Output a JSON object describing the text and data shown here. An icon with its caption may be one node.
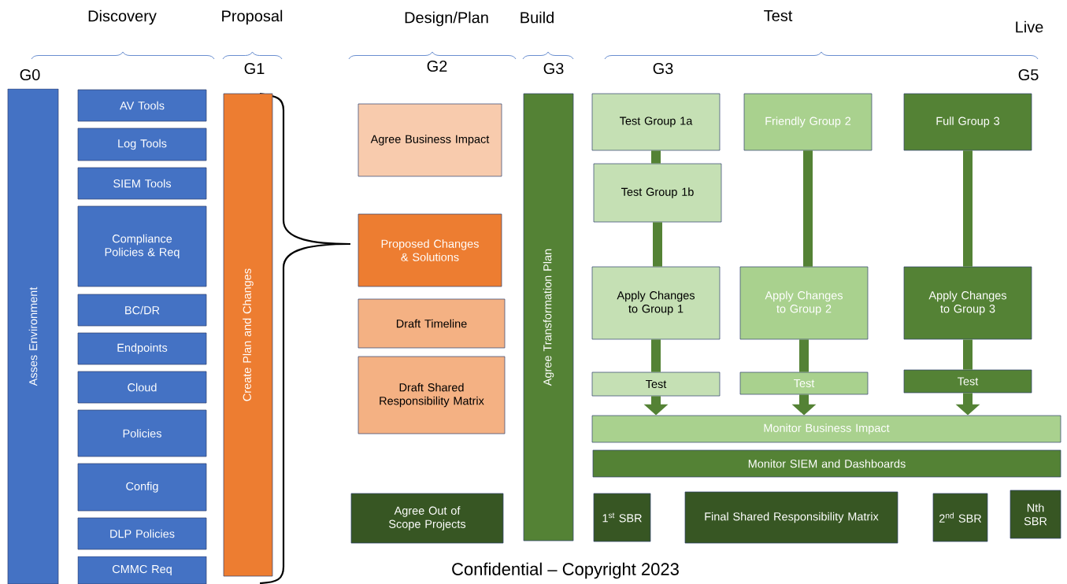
{
  "diagram": {
    "nodes": [
      {
        "text": [
          "Asses Environment"
        ]
      },
      {
        "text": [
          "AV Tools"
        ]
      },
      {
        "text": [
          "Log Tools"
        ]
      },
      {
        "text": [
          "SIEM Tools"
        ]
      },
      {
        "text": [
          "Compliance Policies & Req"
        ]
      },
      {
        "text": [
          "BC/DR"
        ]
      },
      {
        "text": [
          "Endpoints"
        ]
      },
      {
        "text": [
          "Cloud"
        ]
      },
      {
        "text": [
          "Policies"
        ]
      },
      {
        "text": [
          "Config"
        ]
      },
      {
        "text": [
          "DLP Policies"
        ]
      },
      {
        "text": [
          "CMMC Req"
        ]
      },
      {
        "text": [
          "Create Plan and Changes"
        ]
      },
      {
        "text": [
          "Agree Business Impact"
        ]
      },
      {
        "text": [
          "Proposed Changes & Solutions"
        ]
      },
      {
        "text": [
          "Draft Timeline"
        ]
      },
      {
        "text": [
          "Draft Shared Responsibility Matrix"
        ]
      },
      {
        "text": [
          "Agree Out of Scope Projects"
        ]
      },
      {
        "text": [
          "Agree Transformation Plan"
        ]
      },
      {
        "text": [
          "Test Group 1a"
        ]
      },
      {
        "text": [
          "Test Group 1b"
        ]
      },
      {
        "text": [
          "Apply Changes to Group 1"
        ]
      },
      {
        "text": [
          "Test"
        ]
      },
      {
        "text": [
          "Friendly Group 2"
        ]
      },
      {
        "text": [
          "Apply Changes to Group 2"
        ]
      },
      {
        "text": [
          "Test"
        ]
      },
      {
        "text": [
          "Full Group 3"
        ]
      },
      {
        "text": [
          "Apply Changes to Group 3"
        ]
      },
      {
        "text": [
          "Test"
        ]
      },
      {
        "text": [
          "Monitor Business Impact"
        ]
      },
      {
        "text": [
          "Monitor SIEM and Dashboards"
        ]
      },
      {
        "text": [
          "1$^{st}$ SBR"
        ]
      },
      {
        "text": [
          "Final Shared Responsibility Matrix"
        ]
      },
      {
        "text": [
          "2$^{nd}$ SBR"
        ]
      },
      {
        "text": [
          "Nth SBR"
        ]
      }
    ],
    "edges": [
      {
        "from": 19,
        "to": 20,
        "arrow": "none"
      },
      {
        "from": 20,
        "to": 21,
        "arrow": "none"
      },
      {
        "from": 21,
        "to": 22,
        "arrow": "none"
      },
      {
        "from": 22,
        "to": 29,
        "arrow": "to"
      },
      {
        "from": 23,
        "to": 24,
        "arrow": "none"
      },
      {
        "from": 24,
        "to": 25,
        "arrow": "none"
      },
      {
        "from": 25,
        "to": 29,
        "arrow": "to"
      },
      {
        "from": 26,
        "to": 27,
        "arrow": "none"
      },
      {
        "from": 27,
        "to": 28,
        "arrow": "none"
      },
      {
        "from": 28,
        "to": 29,
        "arrow": "to"
      }
    ],
    "labels": [
      "Discovery",
      "Proposal",
      "Design/Plan",
      "Build",
      "Test",
      "Live",
      "G0",
      "G1",
      "G2",
      "G3",
      "G3",
      "G5",
      "Confidential – Copyright 2023"
    ]
  }
}
